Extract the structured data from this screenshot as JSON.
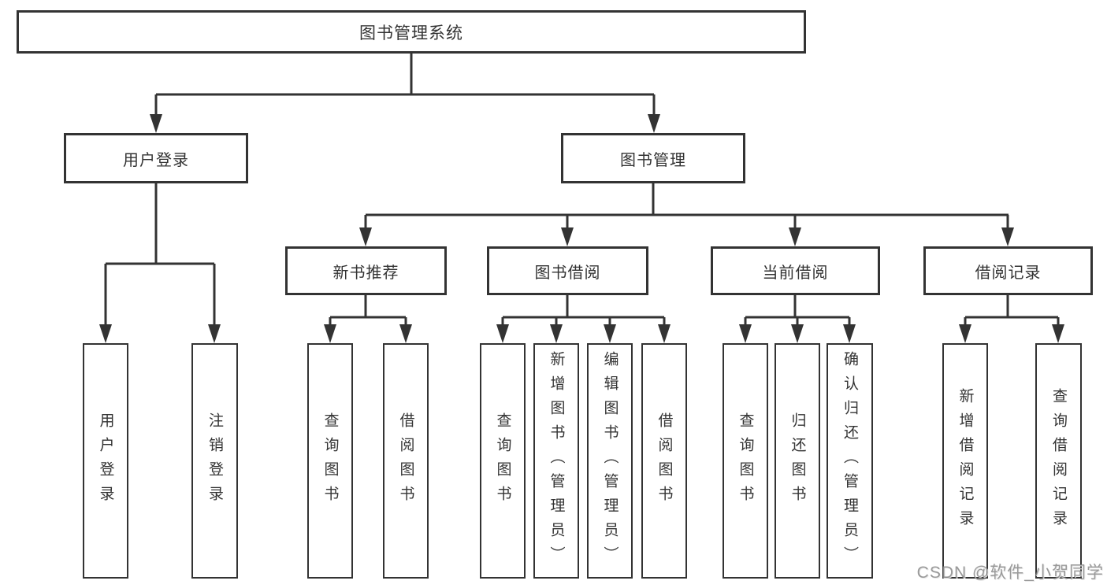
{
  "diagram": {
    "tree": {
      "label": "图书管理系统",
      "children": [
        {
          "label": "用户登录",
          "children": [
            {
              "label": "用户登录"
            },
            {
              "label": "注销登录"
            }
          ]
        },
        {
          "label": "图书管理",
          "children": [
            {
              "label": "新书推荐",
              "children": [
                {
                  "label": "查询图书"
                },
                {
                  "label": "借阅图书"
                }
              ]
            },
            {
              "label": "图书借阅",
              "children": [
                {
                  "label": "查询图书"
                },
                {
                  "label": "新增图书（管理员）"
                },
                {
                  "label": "编辑图书（管理员）"
                },
                {
                  "label": "借阅图书"
                }
              ]
            },
            {
              "label": "当前借阅",
              "children": [
                {
                  "label": "查询图书"
                },
                {
                  "label": "归还图书"
                },
                {
                  "label": "确认归还（管理员）"
                }
              ]
            },
            {
              "label": "借阅记录",
              "children": [
                {
                  "label": "新增借阅记录"
                },
                {
                  "label": "查询借阅记录"
                }
              ]
            }
          ]
        }
      ]
    },
    "line_color": "#333333",
    "box_background": "#ffffff"
  },
  "watermark": {
    "text": "CSDN @软件_小贺同学"
  }
}
